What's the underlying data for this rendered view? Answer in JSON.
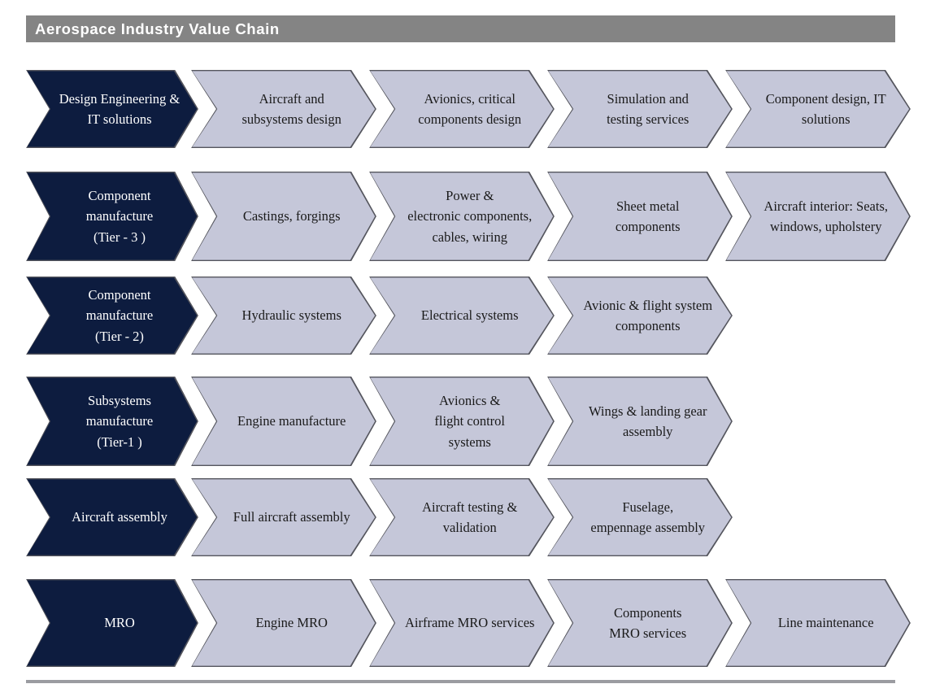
{
  "header": {
    "title": "Aerospace Industry Value Chain",
    "background_color": "#848484",
    "text_color": "#ffffff"
  },
  "palette": {
    "stage_dark": "#0d1c3f",
    "stage_light": "#c5c7d9",
    "stage_outline": "#55565e",
    "footer_rule": "#9b9ca1",
    "page_background": "#ffffff"
  },
  "rows": [
    {
      "stage": "Design Engineering &\nIT solutions",
      "items": [
        "Aircraft and\nsubsystems design",
        "Avionics, critical\ncomponents design",
        "Simulation and\ntesting services",
        "Component design, IT\nsolutions"
      ]
    },
    {
      "stage": "Component\nmanufacture\n(Tier - 3 )",
      "items": [
        "Castings, forgings",
        "Power &\nelectronic components,\ncables, wiring",
        "Sheet metal\ncomponents",
        "Aircraft interior: Seats,\nwindows, upholstery"
      ]
    },
    {
      "stage": "Component\nmanufacture\n(Tier - 2)",
      "items": [
        "Hydraulic systems",
        "Electrical systems",
        "Avionic & flight system\ncomponents"
      ]
    },
    {
      "stage": "Subsystems\nmanufacture\n(Tier-1 )",
      "items": [
        "Engine manufacture",
        "Avionics &\nflight control\nsystems",
        "Wings & landing gear\nassembly"
      ]
    },
    {
      "stage": "Aircraft assembly",
      "items": [
        "Full aircraft assembly",
        "Aircraft testing &\nvalidation",
        "Fuselage,\nempennage assembly"
      ]
    },
    {
      "stage": "MRO",
      "items": [
        "Engine MRO",
        "Airframe MRO services",
        "Components\nMRO services",
        "Line maintenance"
      ]
    }
  ]
}
